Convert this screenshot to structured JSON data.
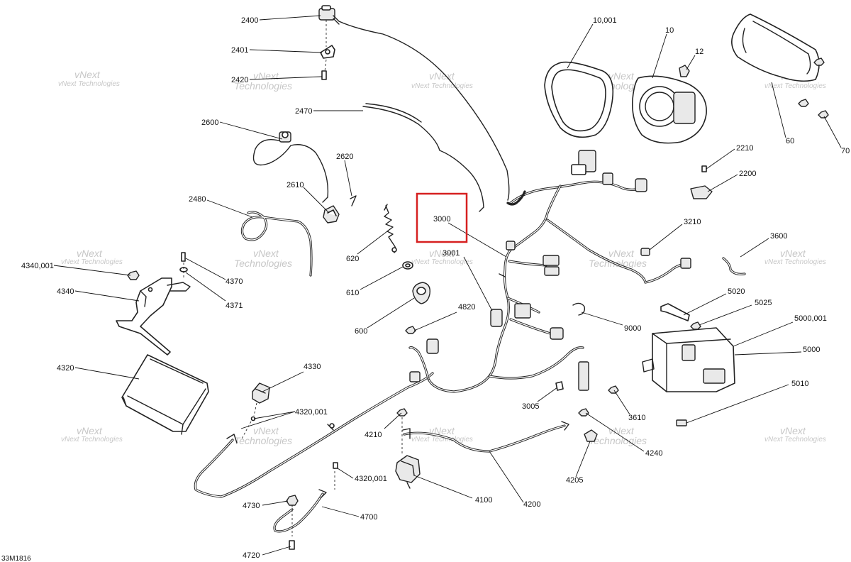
{
  "diagram": {
    "reference_code": "33M1816",
    "watermark": {
      "line1": "vNext",
      "line2": "Technologies",
      "small": "vNext Technologies"
    },
    "highlight_color": "#d62020",
    "callouts": {
      "c2400": "2400",
      "c2401": "2401",
      "c2420": "2420",
      "c2470": "2470",
      "c2600": "2600",
      "c2620": "2620",
      "c2610": "2610",
      "c2480": "2480",
      "c620": "620",
      "c610": "610",
      "c600": "600",
      "c4340001": "4340,001",
      "c4340": "4340",
      "c4370": "4370",
      "c4371": "4371",
      "c4320": "4320",
      "c4330": "4330",
      "c4320001a": "4320,001",
      "c4320001b": "4320,001",
      "c4730": "4730",
      "c4700": "4700",
      "c4720": "4720",
      "c3000": "3000",
      "c3001": "3001",
      "c4820": "4820",
      "c4210": "4210",
      "c4100": "4100",
      "c4200": "4200",
      "c3005": "3005",
      "c4205": "4205",
      "c4240": "4240",
      "c3610": "3610",
      "c9000": "9000",
      "c10001": "10,001",
      "c10": "10",
      "c12": "12",
      "c60": "60",
      "c70": "70",
      "c2210": "2210",
      "c2200": "2200",
      "c3210": "3210",
      "c3600": "3600",
      "c5020": "5020",
      "c5025": "5025",
      "c5000001": "5000,001",
      "c5000": "5000",
      "c5010": "5010"
    }
  }
}
